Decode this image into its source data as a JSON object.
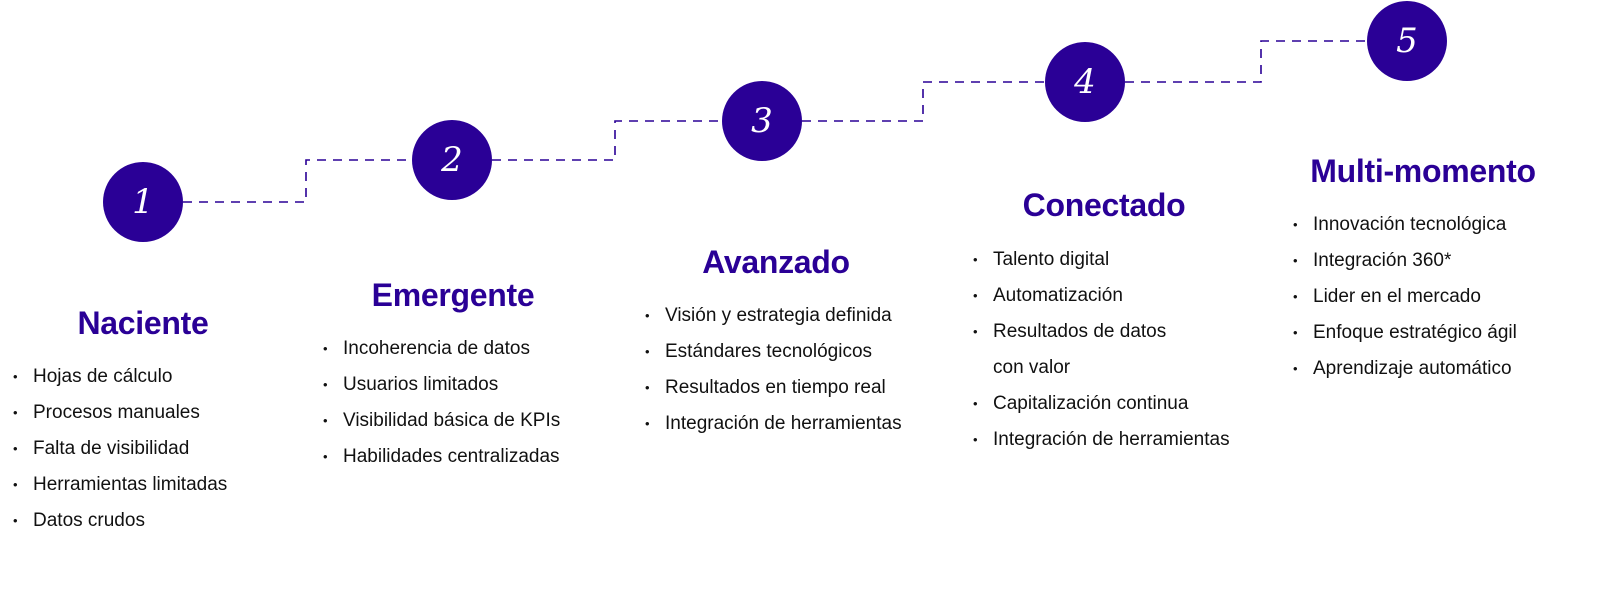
{
  "accent_color": "#2a0096",
  "stages": [
    {
      "number": "1",
      "title": "Naciente",
      "items": [
        "Hojas de cálculo",
        "Procesos manuales",
        "Falta de visibilidad",
        "Herramientas limitadas",
        "Datos crudos"
      ]
    },
    {
      "number": "2",
      "title": "Emergente",
      "items": [
        "Incoherencia de datos",
        "Usuarios limitados",
        "Visibilidad básica de KPIs",
        "Habilidades centralizadas"
      ]
    },
    {
      "number": "3",
      "title": "Avanzado",
      "items": [
        "Visión y estrategia definida",
        "Estándares tecnológicos",
        "Resultados en tiempo real",
        "Integración de herramientas"
      ]
    },
    {
      "number": "4",
      "title": "Conectado",
      "items": [
        "Talento digital",
        "Automatización",
        "Resultados de datos",
        "con valor",
        "Capitalización continua",
        "Integración de herramientas"
      ]
    },
    {
      "number": "5",
      "title": "Multi-momento",
      "items": [
        "Innovación tecnológica",
        "Integración 360*",
        "Lider en el mercado",
        "Enfoque estratégico ágil",
        "Aprendizaje automático"
      ]
    }
  ]
}
